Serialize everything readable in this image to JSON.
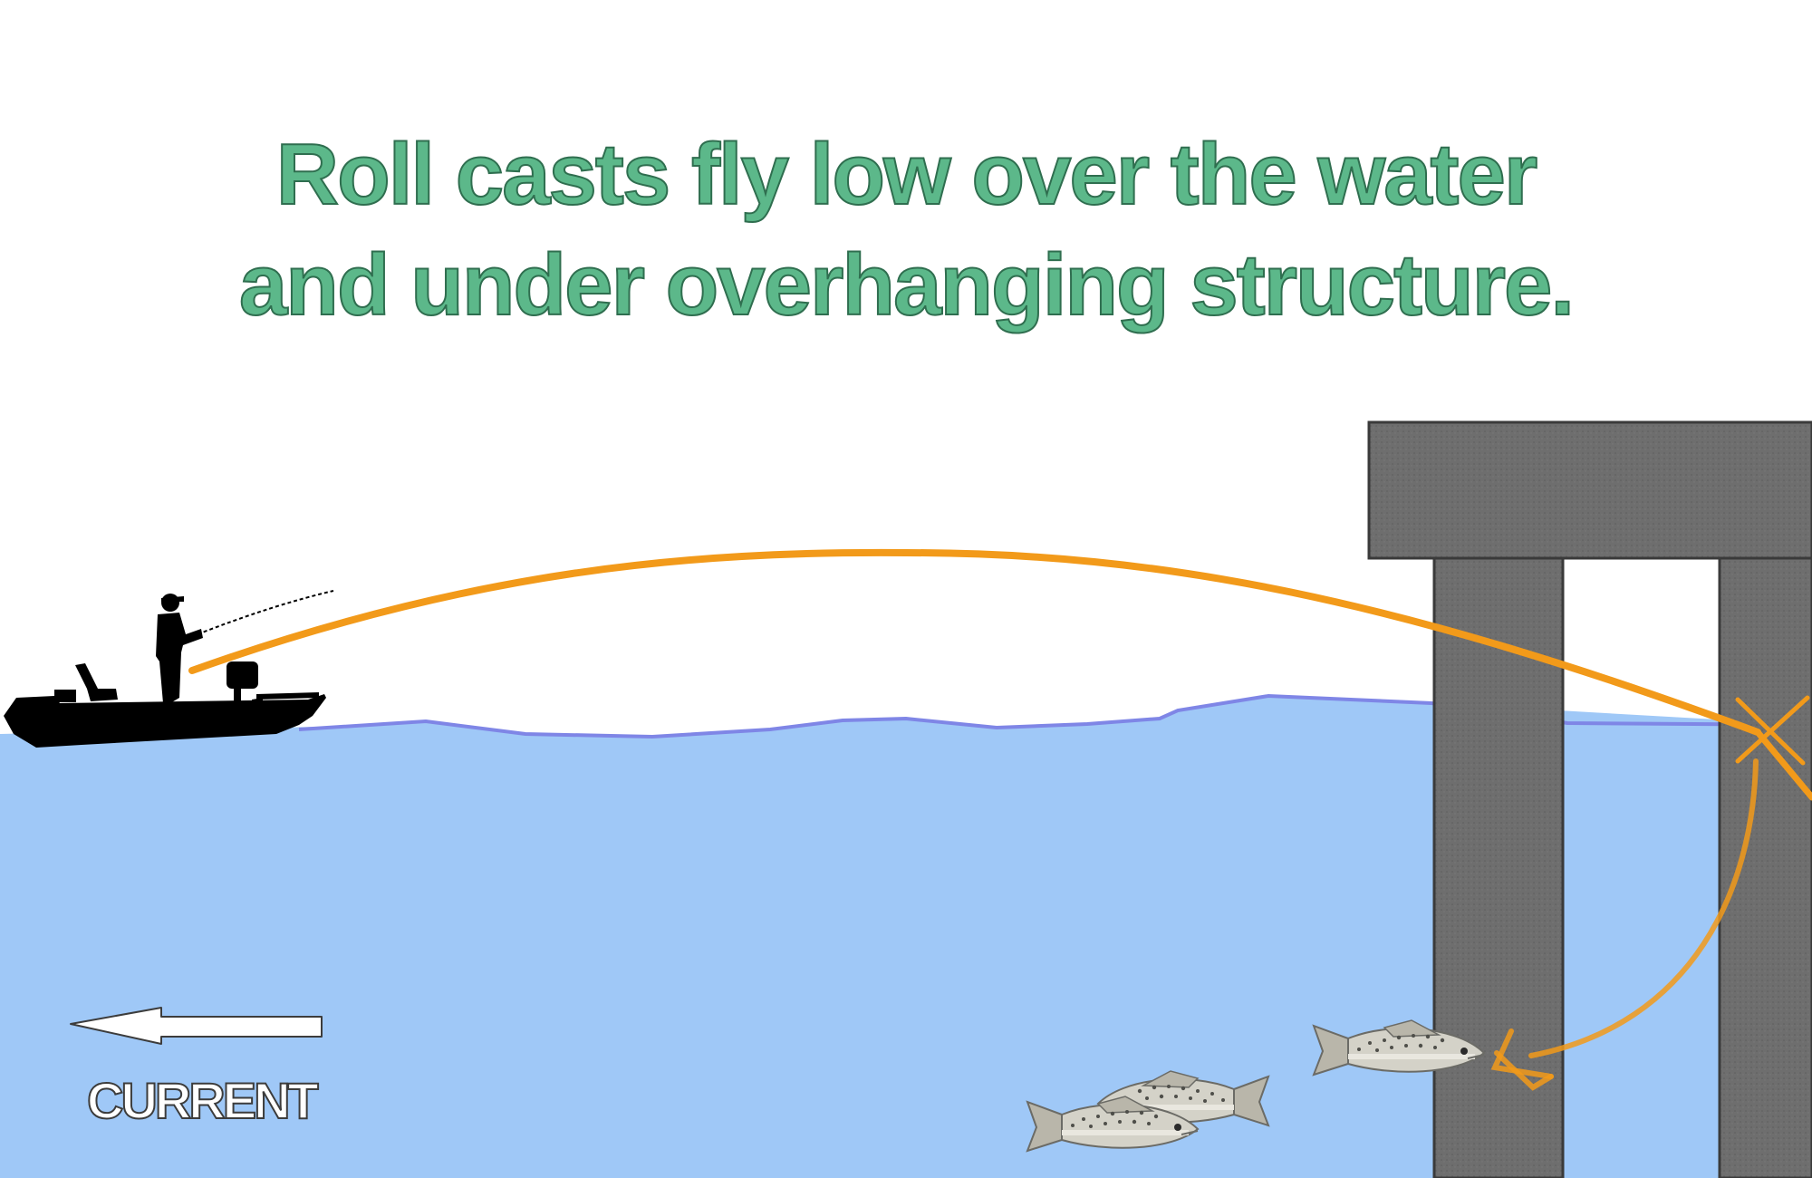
{
  "title": {
    "line1": "Roll casts fly low over the water",
    "line2": "and under overhanging structure."
  },
  "current": {
    "label": "CURRENT",
    "direction": "left"
  },
  "colors": {
    "sky": "#ffffff",
    "water": "#9fc8f7",
    "waterline": "#7f86e6",
    "cast_line": "#f29a1a",
    "structure": "#6e6e6e",
    "title": "#5cb88a",
    "silhouette": "#000000"
  },
  "icons": {
    "boat": "boat-silhouette-icon",
    "angler": "angler-silhouette-icon",
    "fish": "speckled-trout-icon",
    "target": "cross-mark-icon"
  },
  "fish_count": 3
}
